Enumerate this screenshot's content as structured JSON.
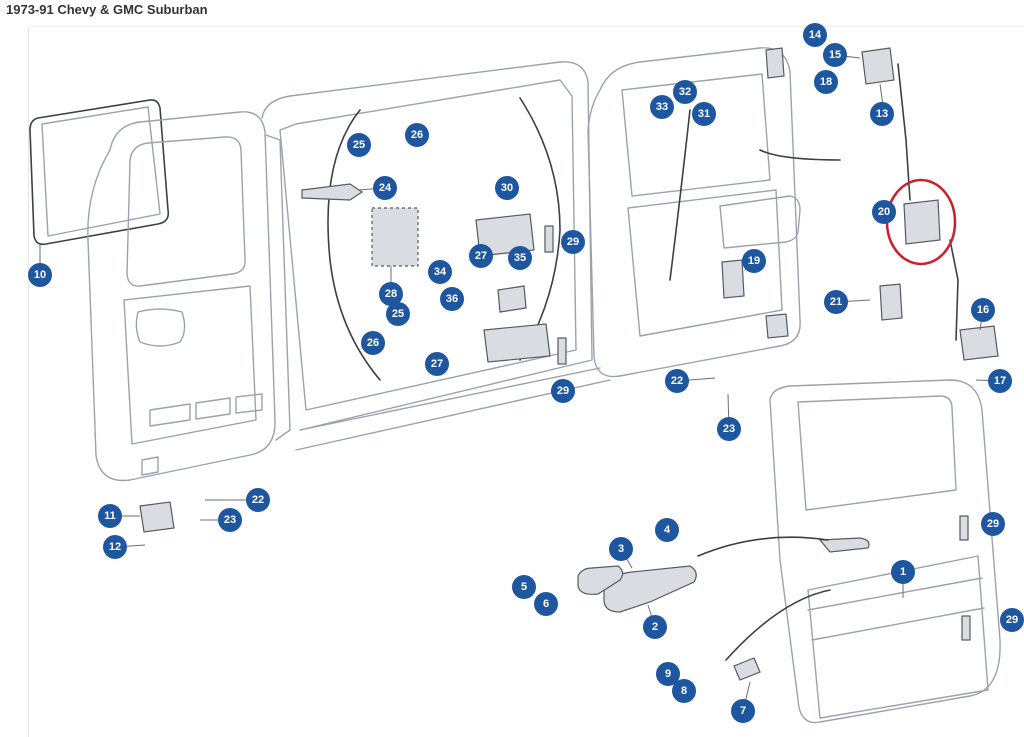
{
  "title": "1973-91 Chevy & GMC Suburban",
  "callouts": [
    "1",
    "2",
    "3",
    "4",
    "5",
    "6",
    "7",
    "8",
    "9",
    "10",
    "11",
    "12",
    "13",
    "14",
    "15",
    "16",
    "17",
    "18",
    "19",
    "20",
    "21",
    "22",
    "22",
    "23",
    "23",
    "24",
    "25",
    "25",
    "26",
    "26",
    "27",
    "27",
    "28",
    "29",
    "29",
    "29",
    "29",
    "30",
    "31",
    "32",
    "33",
    "34",
    "35",
    "36"
  ],
  "highlight_color": "#cc1f2d",
  "badge_color": "#1e56a0"
}
